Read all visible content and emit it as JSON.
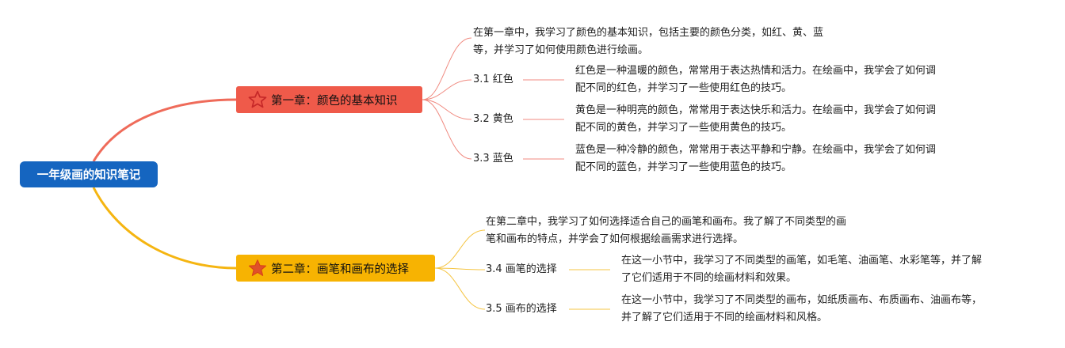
{
  "title": "一年级画的知识笔记",
  "colors": {
    "root": "#1565c0",
    "branch1": "#ef5a4a",
    "branch2": "#f7b302"
  },
  "chapters": [
    {
      "label": "第一章：颜色的基本知识",
      "icon": "star-outline-icon",
      "intro": [
        "在第一章中，我学习了颜色的基本知识，包括主要的颜色分类，如红、黄、蓝",
        "等，并学习了如何使用颜色进行绘画。"
      ],
      "sections": [
        {
          "label": "3.1 红色",
          "desc": [
            "红色是一种温暖的颜色，常常用于表达热情和活力。在绘画中，我学会了如何调",
            "配不同的红色，并学习了一些使用红色的技巧。"
          ]
        },
        {
          "label": "3.2 黄色",
          "desc": [
            "黄色是一种明亮的颜色，常常用于表达快乐和活力。在绘画中，我学会了如何调",
            "配不同的黄色，并学习了一些使用黄色的技巧。"
          ]
        },
        {
          "label": "3.3 蓝色",
          "desc": [
            "蓝色是一种冷静的颜色，常常用于表达平静和宁静。在绘画中，我学会了如何调",
            "配不同的蓝色，并学习了一些使用蓝色的技巧。"
          ]
        }
      ]
    },
    {
      "label": "第二章：画笔和画布的选择",
      "icon": "star-filled-icon",
      "intro": [
        "在第二章中，我学习了如何选择适合自己的画笔和画布。我了解了不同类型的画",
        "笔和画布的特点，并学会了如何根据绘画需求进行选择。"
      ],
      "sections": [
        {
          "label": "3.4 画笔的选择",
          "desc": [
            "在这一小节中，我学习了不同类型的画笔，如毛笔、油画笔、水彩笔等，并了解",
            "了它们适用于不同的绘画材料和效果。"
          ]
        },
        {
          "label": "3.5 画布的选择",
          "desc": [
            "在这一小节中，我学习了不同类型的画布，如纸质画布、布质画布、油画布等，",
            "并了解了它们适用于不同的绘画材料和风格。"
          ]
        }
      ]
    }
  ]
}
